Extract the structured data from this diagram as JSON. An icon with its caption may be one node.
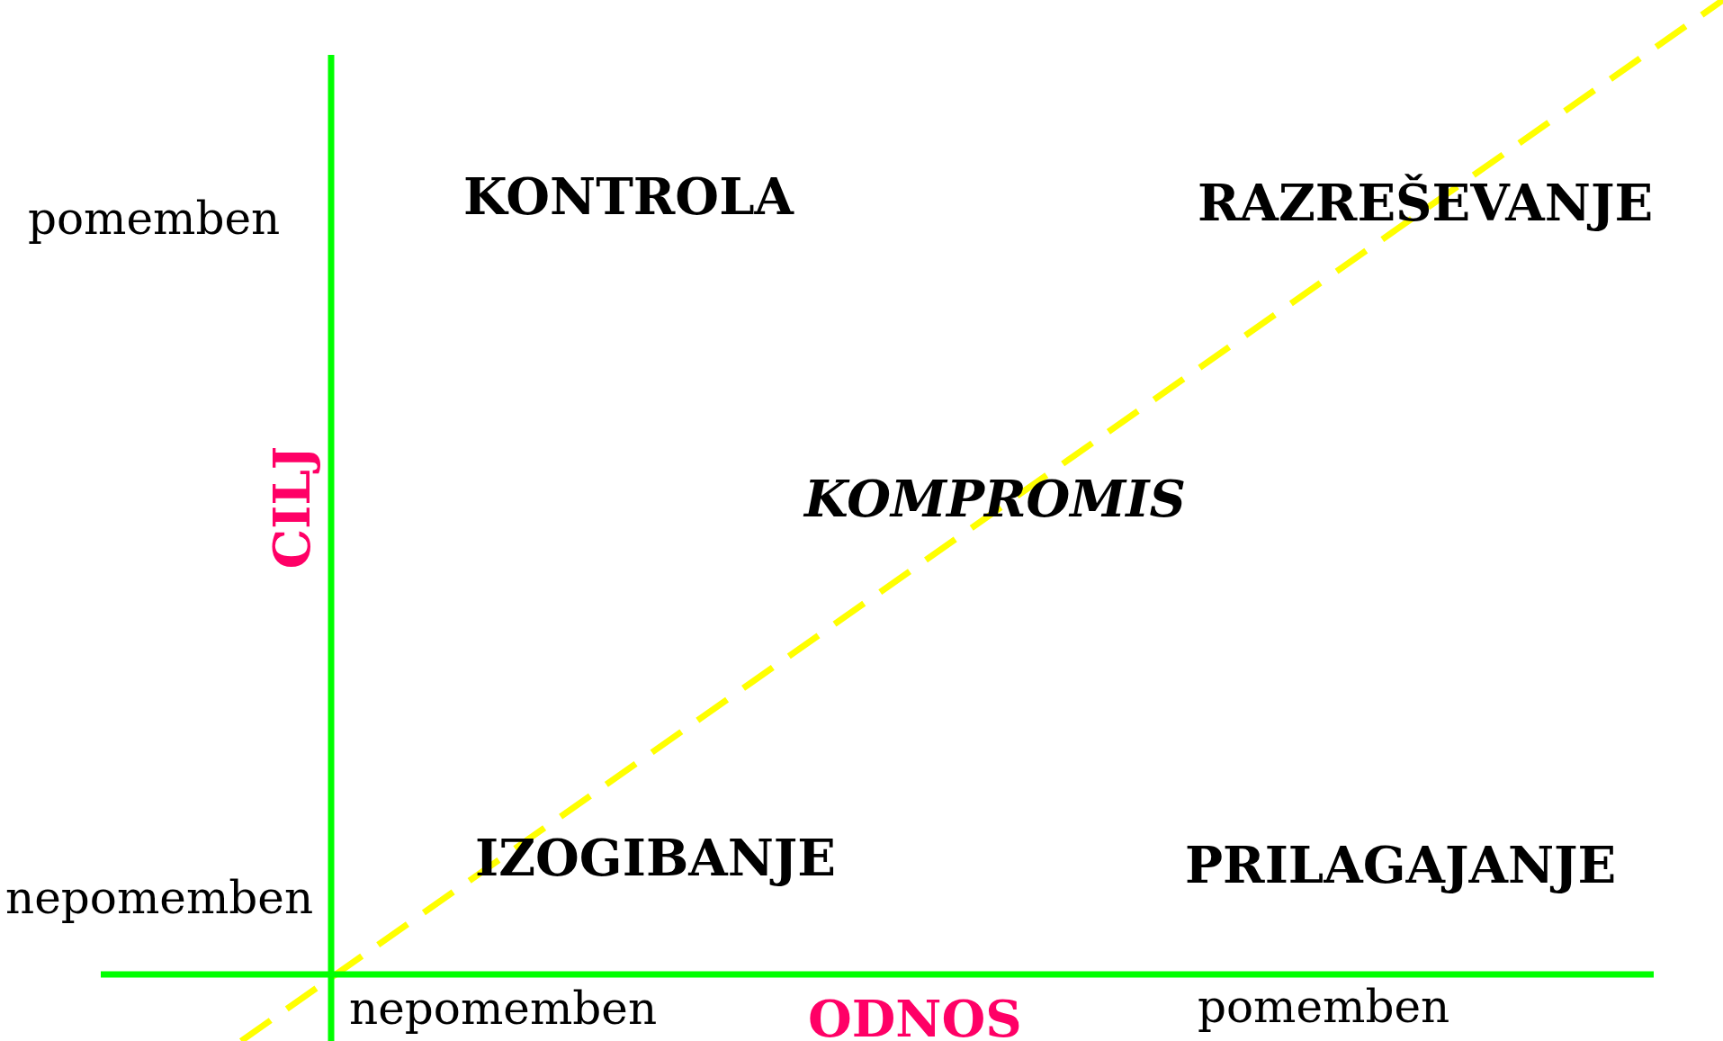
{
  "diagram": {
    "labels": [
      "pomemben",
      "KONTROLA",
      "RAZREŠEVANJE",
      "CILJ",
      "KOMPROMIS",
      "IZOGIBANJE",
      "PRILAGAJANJE",
      "nepomemben",
      "nepomemben",
      "ODNOS",
      "pomemben"
    ]
  }
}
